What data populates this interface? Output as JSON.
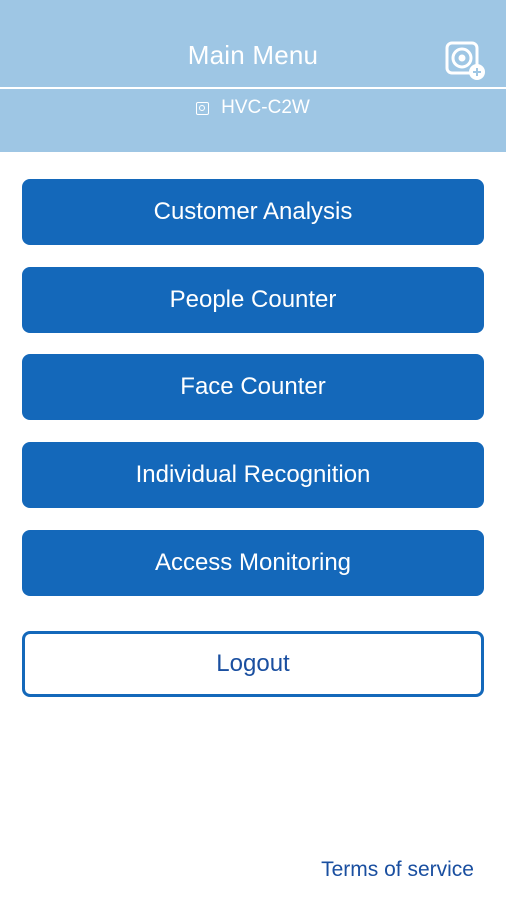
{
  "header": {
    "title": "Main Menu",
    "device_name": "HVC-C2W",
    "device_icon": "device-icon",
    "add_camera_icon": "camera-add-icon"
  },
  "menu": {
    "items": [
      {
        "label": "Customer Analysis"
      },
      {
        "label": "People Counter"
      },
      {
        "label": "Face Counter"
      },
      {
        "label": "Individual Recognition"
      },
      {
        "label": "Access Monitoring"
      }
    ],
    "logout_label": "Logout"
  },
  "footer": {
    "terms_label": "Terms of service"
  },
  "colors": {
    "header_bg": "#9ec6e4",
    "button_bg": "#1468ba",
    "link_text": "#1a4fa0"
  }
}
